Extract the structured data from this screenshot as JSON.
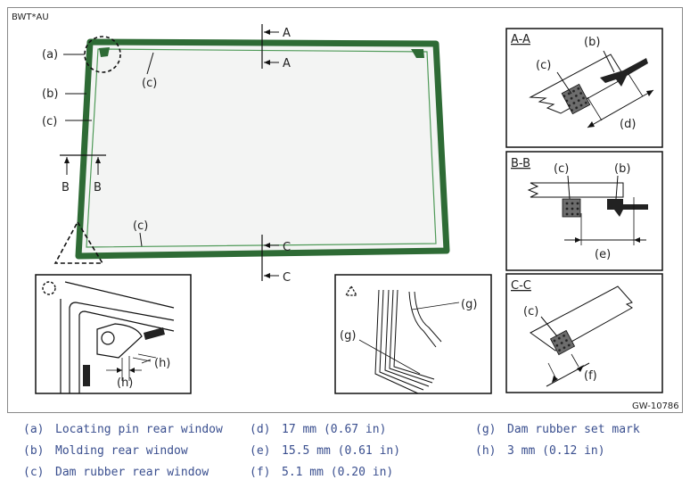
{
  "figure": {
    "code_top": "BWT*AU",
    "code_bottom": "GW-10786",
    "main_callouts": {
      "a": "(a)",
      "b": "(b)",
      "c_left": "(c)",
      "c_top": "(c)",
      "c_bottom": "(c)",
      "section_A": "A",
      "section_B": "B",
      "section_C": "C"
    },
    "panels": {
      "aa": {
        "title": "A-A",
        "b": "(b)",
        "c": "(c)",
        "d": "(d)"
      },
      "bb": {
        "title": "B-B",
        "c": "(c)",
        "b": "(b)",
        "e": "(e)"
      },
      "cc": {
        "title": "C-C",
        "c": "(c)",
        "f": "(f)"
      },
      "detail_circle": {
        "h1": "(h)",
        "h2": "(h)"
      },
      "detail_triangle": {
        "g1": "(g)",
        "g2": "(g)"
      }
    },
    "colors": {
      "molding": "#2e6b35",
      "molding_light": "#4f9a58",
      "glass": "#f3f4f3",
      "legend_text": "#3a4f8f"
    }
  },
  "legend": [
    {
      "key": "(a)",
      "text": "Locating pin rear window"
    },
    {
      "key": "(b)",
      "text": "Molding rear window"
    },
    {
      "key": "(c)",
      "text": "Dam rubber rear window"
    },
    {
      "key": "(d)",
      "text": "17 mm (0.67 in)"
    },
    {
      "key": "(e)",
      "text": "15.5 mm (0.61 in)"
    },
    {
      "key": "(f)",
      "text": "5.1 mm (0.20 in)"
    },
    {
      "key": "(g)",
      "text": "Dam rubber set mark"
    },
    {
      "key": "(h)",
      "text": "3 mm (0.12 in)"
    }
  ]
}
